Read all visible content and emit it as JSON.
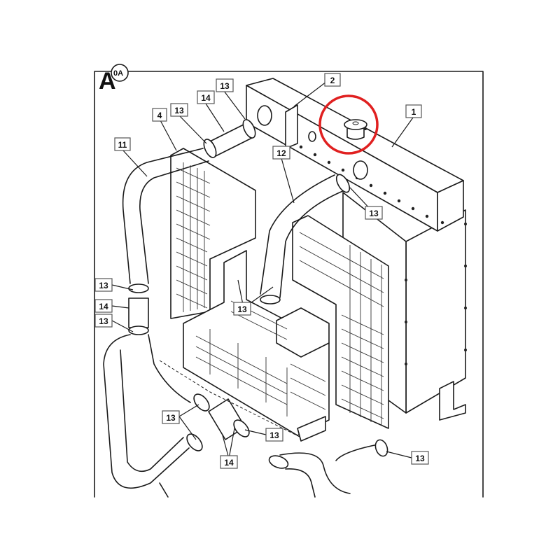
{
  "view": {
    "letter": "A",
    "sub": "0A"
  },
  "highlight": {
    "target": "radiator-cap",
    "color": "#e02020"
  },
  "callouts": [
    {
      "id": "c-2",
      "label": "2"
    },
    {
      "id": "c-1",
      "label": "1"
    },
    {
      "id": "c-13a",
      "label": "13"
    },
    {
      "id": "c-14a",
      "label": "14"
    },
    {
      "id": "c-13b",
      "label": "13"
    },
    {
      "id": "c-4",
      "label": "4"
    },
    {
      "id": "c-11",
      "label": "11"
    },
    {
      "id": "c-12",
      "label": "12"
    },
    {
      "id": "c-13c",
      "label": "13"
    },
    {
      "id": "c-13d",
      "label": "13"
    },
    {
      "id": "c-14b",
      "label": "14"
    },
    {
      "id": "c-13e",
      "label": "13"
    },
    {
      "id": "c-13f",
      "label": "13"
    },
    {
      "id": "c-13g",
      "label": "13"
    },
    {
      "id": "c-13h",
      "label": "13"
    },
    {
      "id": "c-14c",
      "label": "14"
    },
    {
      "id": "c-13i",
      "label": "13"
    }
  ]
}
